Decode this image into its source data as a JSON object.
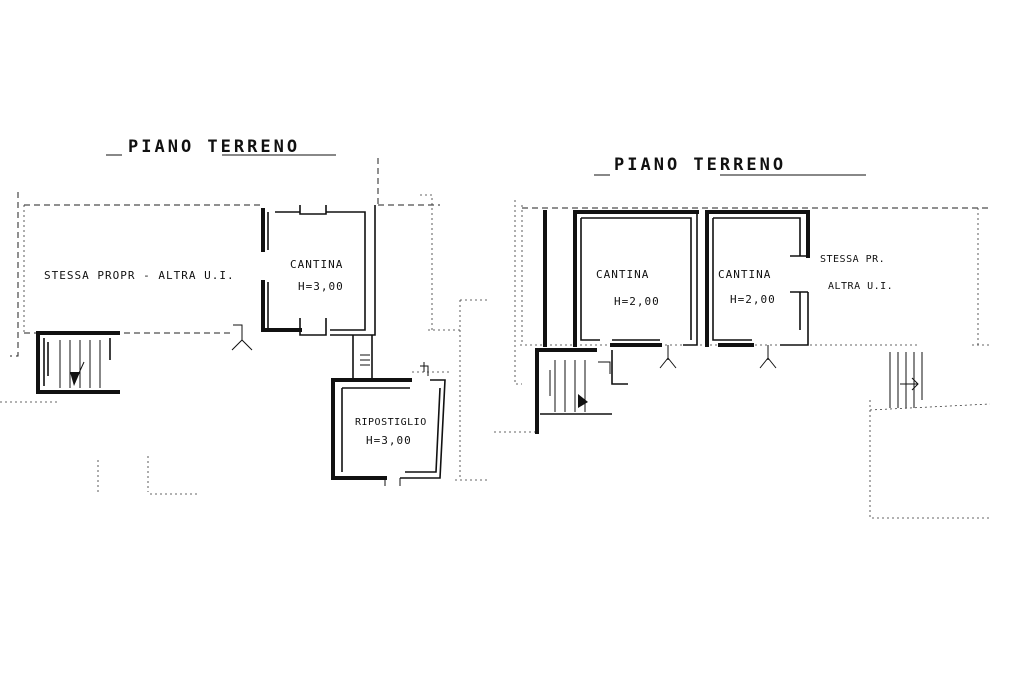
{
  "left_plan": {
    "title": "PIANO  TERRENO",
    "outdoor_label": "STESSA PROPR - ALTRA U.I.",
    "cantina_label": "CANTINA",
    "cantina_height": "H=3,00",
    "ripostiglio_label": "RIPOSTIGLIO",
    "ripostiglio_height": "H=3,00"
  },
  "right_plan": {
    "title": "PIANO  TERRENO",
    "cantina_1_label": "CANTINA",
    "cantina_1_height": "H=2,00",
    "cantina_2_label": "CANTINA",
    "cantina_2_height": "H=2,00",
    "adjacent_label_1": "STESSA PR.",
    "adjacent_label_2": "ALTRA U.I."
  }
}
